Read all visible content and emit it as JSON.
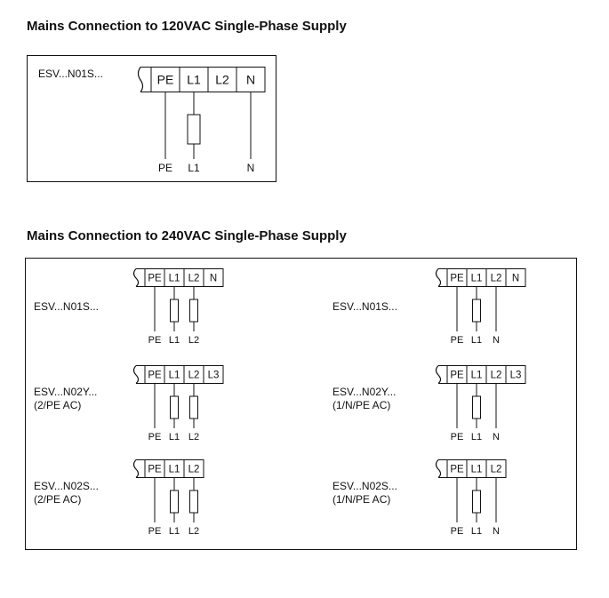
{
  "colors": {
    "ink": "#111111",
    "background": "#ffffff"
  },
  "sections": [
    {
      "id": "s120",
      "title": "Mains Connection to 120VAC Single-Phase Supply",
      "diagrams": [
        {
          "label": "ESV...N01S...",
          "sublabel": "",
          "terminals": [
            "PE",
            "L1",
            "L2",
            "N"
          ],
          "lines": [
            {
              "terminal": 0,
              "fuse": false,
              "label": "PE"
            },
            {
              "terminal": 1,
              "fuse": true,
              "label": "L1"
            },
            {
              "terminal": 3,
              "fuse": false,
              "label": "N"
            }
          ]
        }
      ]
    },
    {
      "id": "s240",
      "title": "Mains Connection to 240VAC Single-Phase Supply",
      "diagrams": [
        {
          "label": "ESV...N01S...",
          "sublabel": "",
          "terminals": [
            "PE",
            "L1",
            "L2",
            "N"
          ],
          "lines": [
            {
              "terminal": 0,
              "fuse": false,
              "label": "PE"
            },
            {
              "terminal": 1,
              "fuse": true,
              "label": "L1"
            },
            {
              "terminal": 2,
              "fuse": true,
              "label": "L2"
            }
          ]
        },
        {
          "label": "ESV...N01S...",
          "sublabel": "",
          "terminals": [
            "PE",
            "L1",
            "L2",
            "N"
          ],
          "lines": [
            {
              "terminal": 0,
              "fuse": false,
              "label": "PE"
            },
            {
              "terminal": 1,
              "fuse": true,
              "label": "L1"
            },
            {
              "terminal": 2,
              "fuse": false,
              "label": "N"
            }
          ]
        },
        {
          "label": "ESV...N02Y...",
          "sublabel": "(2/PE AC)",
          "terminals": [
            "PE",
            "L1",
            "L2",
            "L3"
          ],
          "lines": [
            {
              "terminal": 0,
              "fuse": false,
              "label": "PE"
            },
            {
              "terminal": 1,
              "fuse": true,
              "label": "L1"
            },
            {
              "terminal": 2,
              "fuse": true,
              "label": "L2"
            }
          ]
        },
        {
          "label": "ESV...N02Y...",
          "sublabel": "(1/N/PE AC)",
          "terminals": [
            "PE",
            "L1",
            "L2",
            "L3"
          ],
          "lines": [
            {
              "terminal": 0,
              "fuse": false,
              "label": "PE"
            },
            {
              "terminal": 1,
              "fuse": true,
              "label": "L1"
            },
            {
              "terminal": 2,
              "fuse": false,
              "label": "N"
            }
          ]
        },
        {
          "label": "ESV...N02S...",
          "sublabel": "(2/PE AC)",
          "terminals": [
            "PE",
            "L1",
            "L2"
          ],
          "lines": [
            {
              "terminal": 0,
              "fuse": false,
              "label": "PE"
            },
            {
              "terminal": 1,
              "fuse": true,
              "label": "L1"
            },
            {
              "terminal": 2,
              "fuse": true,
              "label": "L2"
            }
          ]
        },
        {
          "label": "ESV...N02S...",
          "sublabel": "(1/N/PE AC)",
          "terminals": [
            "PE",
            "L1",
            "L2"
          ],
          "lines": [
            {
              "terminal": 0,
              "fuse": false,
              "label": "PE"
            },
            {
              "terminal": 1,
              "fuse": true,
              "label": "L1"
            },
            {
              "terminal": 2,
              "fuse": false,
              "label": "N"
            }
          ]
        }
      ]
    }
  ]
}
